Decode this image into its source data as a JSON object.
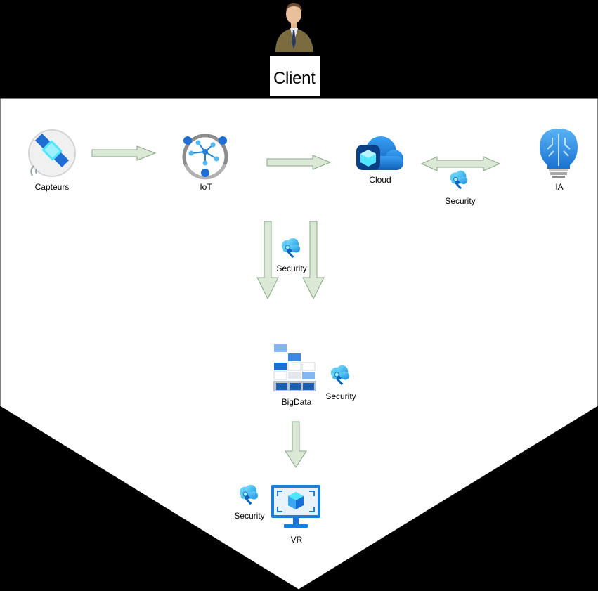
{
  "client": {
    "label": "Client",
    "icon": "businessman-icon"
  },
  "nodes": {
    "capteurs": {
      "label": "Capteurs",
      "icon": "satellite-icon"
    },
    "iot": {
      "label": "IoT",
      "icon": "iot-hub-icon"
    },
    "cloud": {
      "label": "Cloud",
      "icon": "cloud-icon"
    },
    "ia": {
      "label": "IA",
      "icon": "brain-bulb-icon"
    },
    "bigdata": {
      "label": "BigData",
      "icon": "bigdata-grid-icon"
    },
    "vr": {
      "label": "VR",
      "icon": "vr-monitor-icon"
    }
  },
  "security": {
    "cloud_ia": "Security",
    "iot_bigdata": "Security",
    "bigdata": "Security",
    "vr": "Security"
  },
  "colors": {
    "background": "#000000",
    "shape_fill": "#ffffff",
    "arrow_fill": "#dae8d5",
    "arrow_stroke": "#8aa787",
    "azure_blue": "#0078d4",
    "azure_light": "#50e6ff"
  }
}
